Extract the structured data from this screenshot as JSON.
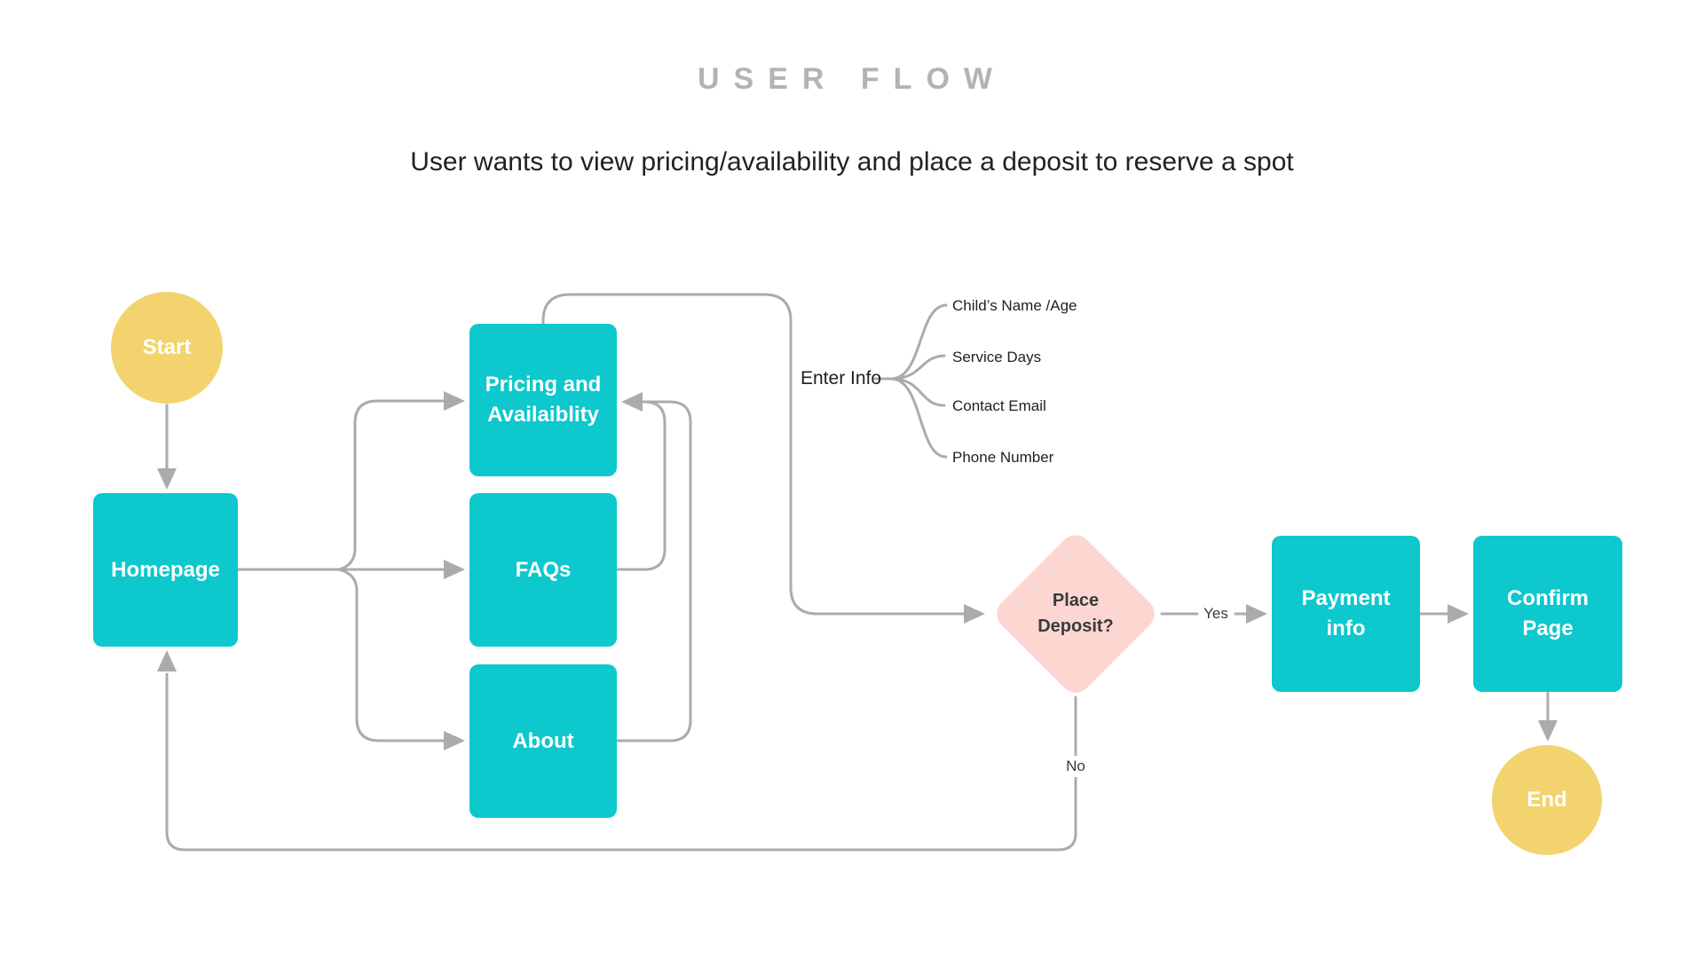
{
  "header": {
    "title": "USER FLOW",
    "subtitle": "User wants to view pricing/availability and place a deposit to reserve a spot"
  },
  "colors": {
    "teal": "#0DC8CD",
    "yellow": "#F3D36E",
    "pink": "#FCD7D2",
    "line": "#ABABAB",
    "title_gray": "#B3B3B3",
    "subtitle_text": "#222222",
    "annotation_text": "#1F1F1F",
    "decision_text": "#3A3A3A",
    "node_text": "#FFFFFF"
  },
  "nodes": {
    "start": {
      "label": "Start"
    },
    "homepage": {
      "label": "Homepage"
    },
    "pricing": {
      "label_line1": "Pricing and",
      "label_line2": "Availaiblity"
    },
    "faqs": {
      "label": "FAQs"
    },
    "about": {
      "label": "About"
    },
    "decision": {
      "label_line1": "Place",
      "label_line2": "Deposit?"
    },
    "payment": {
      "label_line1": "Payment",
      "label_line2": "info"
    },
    "confirm": {
      "label_line1": "Confirm",
      "label_line2": "Page"
    },
    "end": {
      "label": "End"
    }
  },
  "annotations": {
    "enter_info": "Enter Info",
    "fields": [
      "Child’s Name /Age",
      "Service Days",
      "Contact Email",
      "Phone Number"
    ],
    "yes": "Yes",
    "no": "No"
  }
}
